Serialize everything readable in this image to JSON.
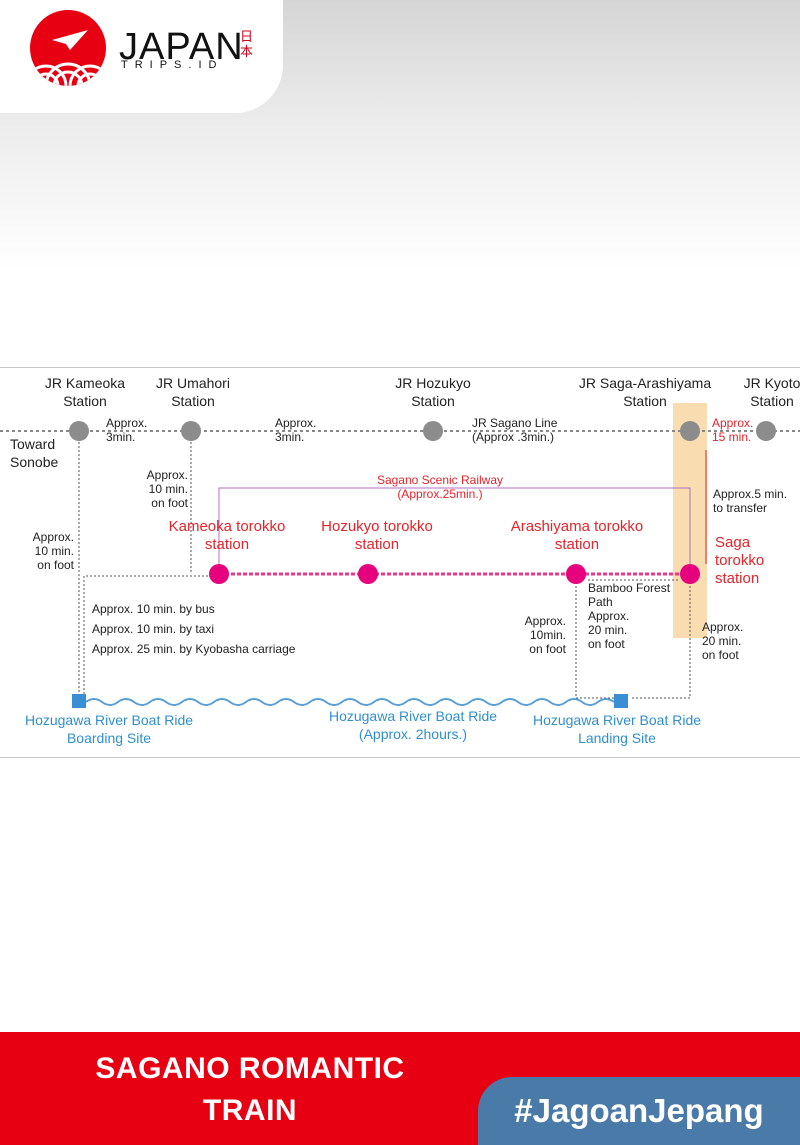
{
  "brand": {
    "name": "JAPAN",
    "sub": "TRIPS.ID",
    "kanji": "日本",
    "colors": {
      "red": "#e60012",
      "blue": "#4a7aa8"
    }
  },
  "diagram": {
    "jr_stations": [
      {
        "line1": "JR Kameoka",
        "line2": "Station"
      },
      {
        "line1": "JR Umahori",
        "line2": "Station"
      },
      {
        "line1": "JR Hozukyo",
        "line2": "Station"
      },
      {
        "line1": "JR Saga-Arashiyama",
        "line2": "Station"
      },
      {
        "line1": "JR Kyoto",
        "line2": "Station"
      }
    ],
    "toward": {
      "line1": "Toward",
      "line2": "Sonobe"
    },
    "jr_segments": [
      {
        "line1": "Approx.",
        "line2": "3min."
      },
      {
        "line1": "Approx.",
        "line2": "3min."
      },
      {
        "line1": "JR Sagano Line",
        "line2": "(Approx .3min.)"
      },
      {
        "line1": "Approx.",
        "line2": "15 min."
      }
    ],
    "railway": {
      "name": "Sagano Scenic Railway",
      "duration": "(Approx.25min.)"
    },
    "torokko_stations": [
      {
        "line1": "Kameoka torokko",
        "line2": "station"
      },
      {
        "line1": "Hozukyo torokko",
        "line2": "station"
      },
      {
        "line1": "Arashiyama torokko",
        "line2": "station"
      },
      {
        "line1": "Saga",
        "line2": "torokko",
        "line3": "station"
      }
    ],
    "transfer": {
      "line1": "Approx.5 min.",
      "line2": "to transfer"
    },
    "umahori_walk": {
      "line1": "Approx.",
      "line2": "10 min.",
      "line3": "on foot"
    },
    "kameoka_walk": {
      "line1": "Approx.",
      "line2": "10 min.",
      "line3": "on foot"
    },
    "access": [
      "Approx. 10 min. by bus",
      "Approx. 10 min. by taxi",
      "Approx. 25 min. by Kyobasha carriage"
    ],
    "bamboo": {
      "line1": "Bamboo Forest",
      "line2": "Path",
      "line3": "Approx.",
      "line4": "20 min.",
      "line5": "on foot"
    },
    "arashiyama_walk": {
      "line1": "Approx.",
      "line2": "10min.",
      "line3": "on foot"
    },
    "saga_walk": {
      "line1": "Approx.",
      "line2": "20 min.",
      "line3": "on foot"
    },
    "boarding": {
      "line1": "Hozugawa River Boat Ride",
      "line2": "Boarding Site"
    },
    "boat": {
      "line1": "Hozugawa River Boat Ride",
      "line2": "(Approx. 2hours.)"
    },
    "landing": {
      "line1": "Hozugawa River Boat Ride",
      "line2": "Landing Site"
    }
  },
  "footer": {
    "title_line1": "SAGANO ROMANTIC",
    "title_line2": "TRAIN",
    "hashtag": "#JagoanJepang"
  }
}
